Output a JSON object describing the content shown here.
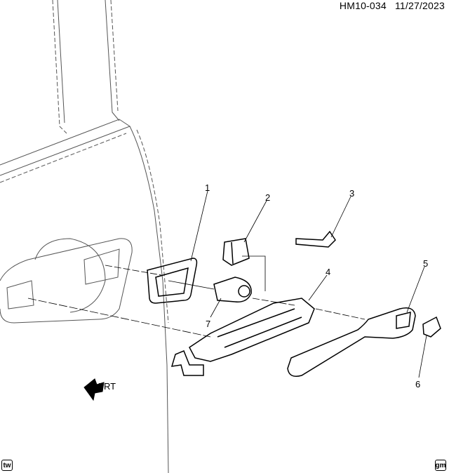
{
  "header": {
    "code": "HM10-034",
    "date": "11/27/2023"
  },
  "callouts": [
    "1",
    "2",
    "3",
    "4",
    "5",
    "6",
    "7"
  ],
  "front_indicator": "FRT",
  "logos": {
    "left": "tw",
    "right": "gm"
  }
}
